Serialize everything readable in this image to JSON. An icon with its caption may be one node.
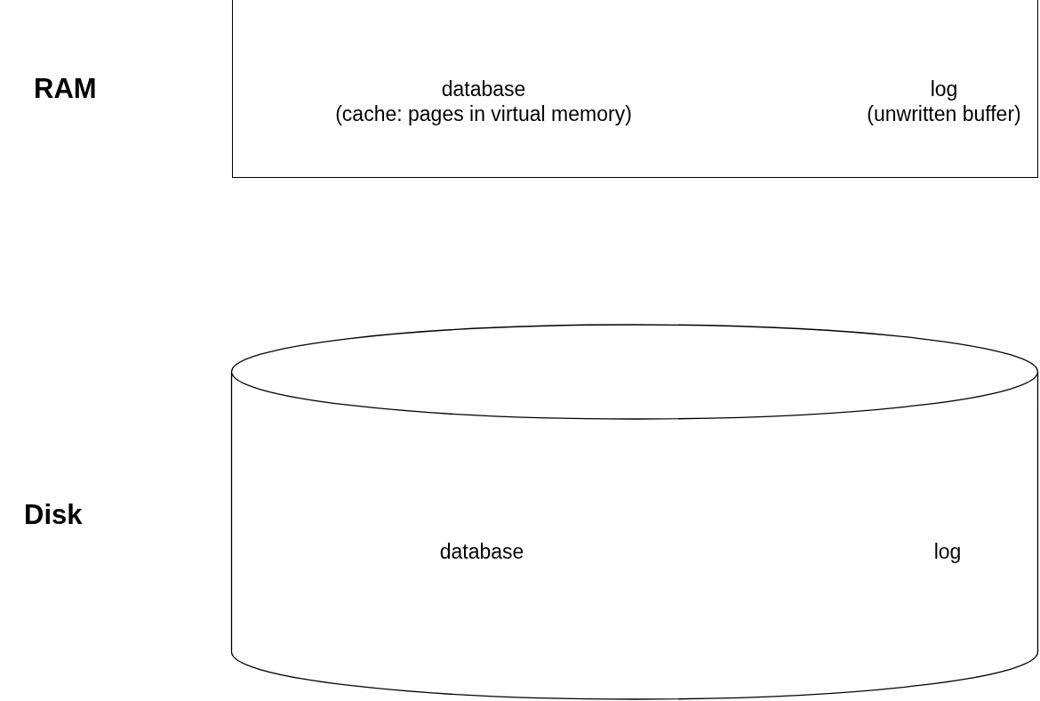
{
  "diagram": {
    "nodes": [
      {
        "text": [
          "database (cache: pages in virtual memory)",
          "log (unwritten buffer)"
        ]
      },
      {
        "text": [
          "database",
          "log"
        ]
      }
    ],
    "labels": [
      "RAM",
      "Disk"
    ]
  }
}
